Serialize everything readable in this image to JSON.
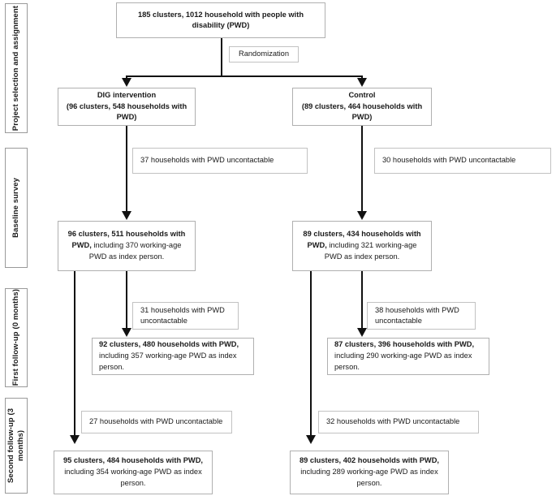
{
  "stages": [
    {
      "id": "project-selection",
      "label": "Project selection and assignment"
    },
    {
      "id": "baseline-survey",
      "label": "Baseline survey"
    },
    {
      "id": "first-followup",
      "label": "First follow-up (0 months)"
    },
    {
      "id": "second-followup",
      "label": "Second follow-up (3 months)"
    }
  ],
  "enrollment": {
    "title": "185 clusters, 1012 household with people with disability (PWD)",
    "randomization_label": "Randomization"
  },
  "arms": {
    "intervention": {
      "title": "DIG intervention",
      "detail": "(96 clusters, 548 households with PWD)",
      "baseline_note": "37 households with PWD uncontactable",
      "baseline_lead": "96 clusters, 511 households with PWD,",
      "baseline_rest": " including 370 working-age PWD as index person.",
      "followup1_note": "31 households with PWD uncontactable",
      "followup1_lead": "92 clusters, 480 households with PWD,",
      "followup1_rest": " including 357 working-age PWD as index person.",
      "followup2_note": "27 households with PWD uncontactable",
      "followup2_lead": "95 clusters, 484 households with PWD,",
      "followup2_rest": " including 354 working-age PWD as index person."
    },
    "control": {
      "title": "Control",
      "detail": "(89 clusters, 464 households with PWD)",
      "baseline_note": "30 households with PWD uncontactable",
      "baseline_lead": "89 clusters, 434 households with PWD,",
      "baseline_rest": " including 321 working-age PWD as index person.",
      "followup1_note": "38 households with PWD uncontactable",
      "followup1_lead": "87 clusters, 396 households with PWD,",
      "followup1_rest": " including 290 working-age PWD as index person.",
      "followup2_note": "32 households with PWD uncontactable",
      "followup2_lead": "89 clusters, 402 households with PWD,",
      "followup2_rest": " including 289 working-age PWD as index person."
    }
  },
  "colors": {
    "connector": "#111111",
    "box_border": "#b0b0b0",
    "stage_border": "#9a9a9a",
    "text": "#1a1a1a",
    "background": "#ffffff"
  }
}
